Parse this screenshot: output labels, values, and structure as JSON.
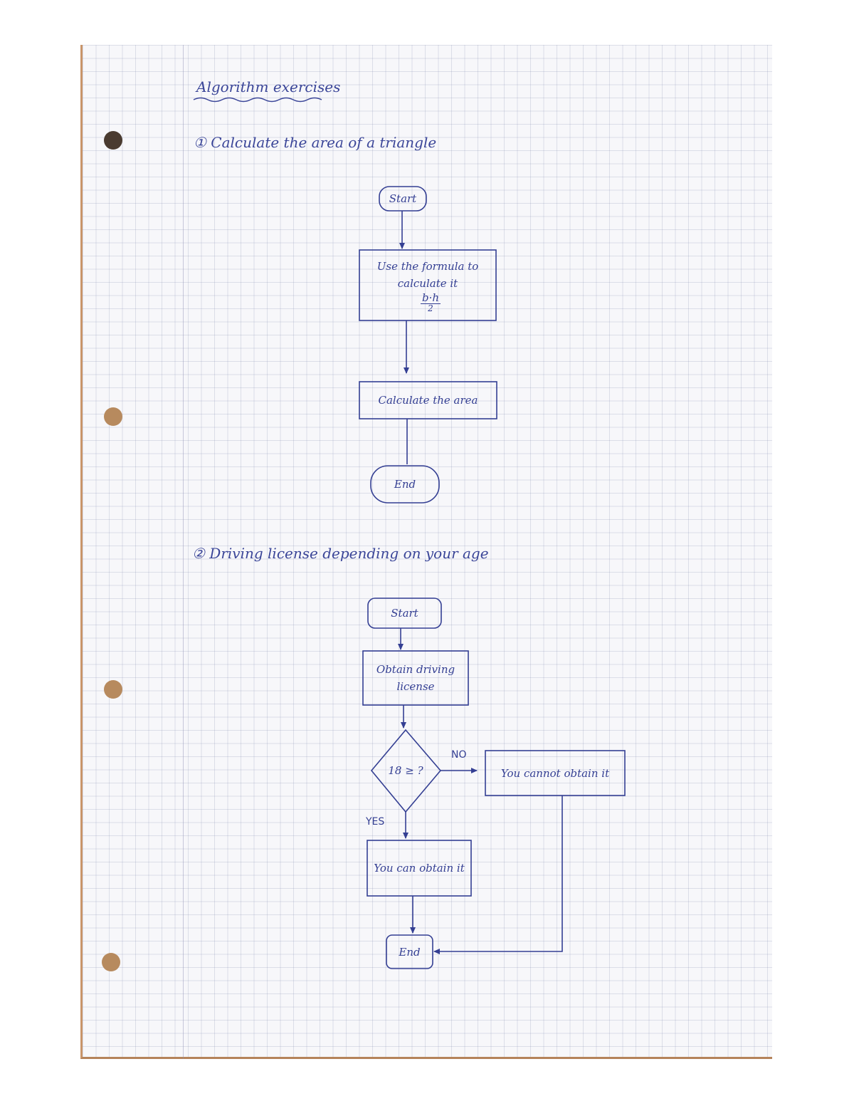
{
  "title": "Algorithm exercises",
  "exercise1": {
    "number": "①",
    "heading": "Calculate the area of a triangle",
    "nodes": {
      "start": "Start",
      "formula_text": "Use the formula to calculate it",
      "formula_numerator": "b·h",
      "formula_denominator": "2",
      "calc": "Calculate the area",
      "end": "End"
    }
  },
  "exercise2": {
    "number": "②",
    "heading": "Driving license depending on your age",
    "nodes": {
      "start": "Start",
      "obtain": "Obtain driving license",
      "decision": "18 ≥ ?",
      "no_box": "You cannot obtain it",
      "yes_box": "You can obtain it",
      "end": "End"
    },
    "edges": {
      "no": "NO",
      "yes": "YES"
    }
  },
  "colors": {
    "ink": "#343f93",
    "paper": "#f7f7fa",
    "grid": "#9aa0c4"
  }
}
